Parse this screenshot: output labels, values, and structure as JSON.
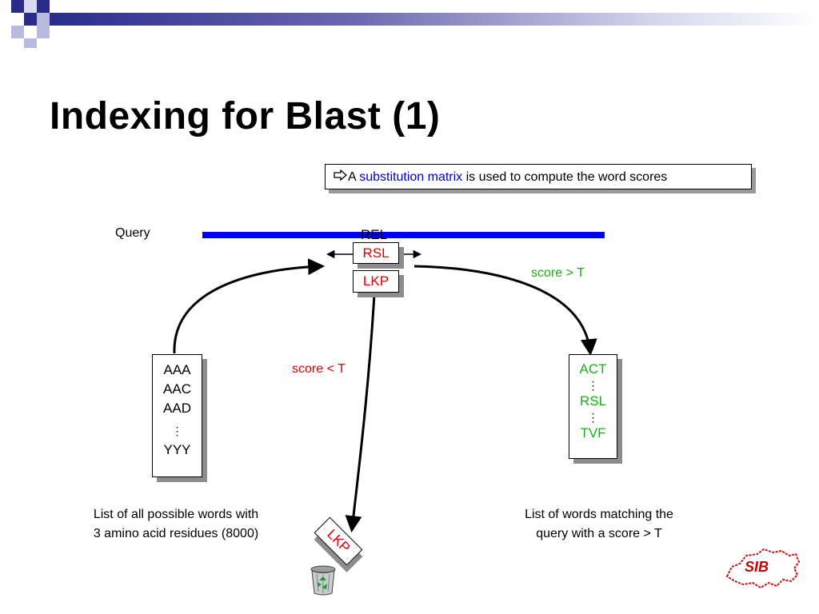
{
  "slide": {
    "title": "Indexing for Blast (1)",
    "callout": {
      "prefix": "A ",
      "link": "substitution matrix",
      "suffix": " is used to compute the word scores",
      "arrow_icon": "outline-right-arrow-icon"
    },
    "query_label": "Query",
    "query_words": {
      "top": "REL",
      "middle": "RSL",
      "bottom": "LKP"
    },
    "all_words": {
      "items": [
        "AAA",
        "AAC",
        "AAD"
      ],
      "dots": "⋮",
      "last": "YYY"
    },
    "matching_words": {
      "first": "ACT",
      "dots1": "⋮",
      "middle": "RSL",
      "dots2": "⋮",
      "last": "TVF"
    },
    "score_above": "score > T",
    "score_below": "score < T",
    "caption_left": [
      "List of all possible words with",
      "3 amino acid residues (8000)"
    ],
    "caption_right": [
      "List of words matching the",
      "query with a score > T"
    ],
    "discarded_word": "LKP",
    "trash_icon": "recycle-bin-icon",
    "logo_text": "SIB",
    "colors": {
      "query_bar": "#0000ee",
      "accent_red": "#e00000",
      "accent_green": "#19b019",
      "link_blue": "#0000cc",
      "corner_navy": "#2b2b8c",
      "corner_light": "#b8b8e0"
    }
  }
}
